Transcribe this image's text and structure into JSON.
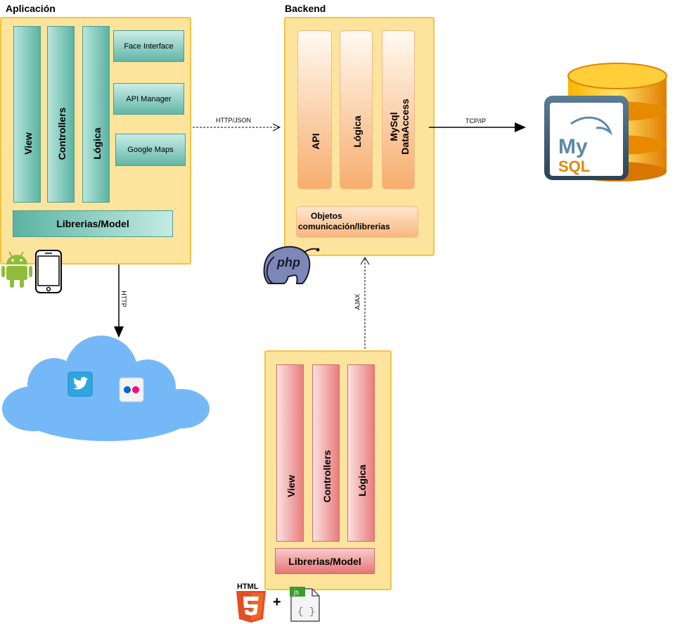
{
  "titles": {
    "app": "Aplicación",
    "backend": "Backend"
  },
  "app": {
    "columns": [
      "View",
      "Controllers",
      "Lógica"
    ],
    "services": [
      "Face Interface",
      "API Manager",
      "Google Maps"
    ],
    "model": "Librerias/Model"
  },
  "backend": {
    "columns": [
      "API",
      "Lógica"
    ],
    "dataaccess": [
      "MySql",
      "DataAccess"
    ],
    "objetos": [
      "Objetos",
      "comunicación/librerias"
    ]
  },
  "web": {
    "columns": [
      "View",
      "Controllers",
      "Lógica"
    ],
    "model": "Librerias/Model"
  },
  "connectors": {
    "http_json": "HTTP/JSON",
    "tcp_ip": "TCP/IP",
    "http": "HTTP",
    "ajax": "AJAX"
  },
  "logos": {
    "php": "php",
    "mysql_my": "My",
    "mysql_sql": "SQL",
    "html": "HTML",
    "js": "js",
    "plus": "+"
  },
  "colors": {
    "panel": "#fde49c",
    "teal": "#5bb3a3",
    "orange": "#f7ad6d",
    "red": "#e87d7d",
    "cloud": "#75b8f7"
  }
}
